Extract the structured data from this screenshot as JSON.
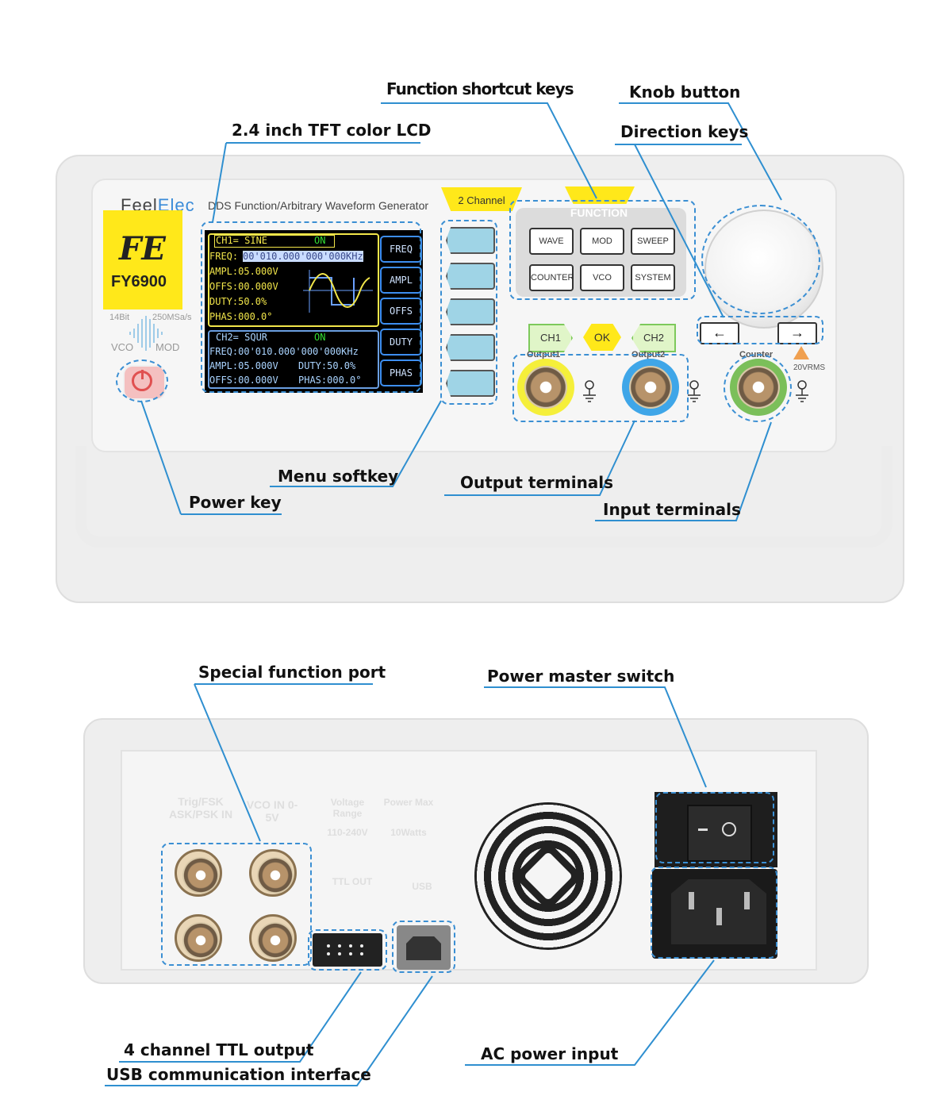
{
  "front": {
    "brand": {
      "feel": "Feel",
      "elec": "Elec"
    },
    "subtitle": "DDS Function/Arbitrary Waveform Generator",
    "logo_letters": "FE",
    "model": "FY6900",
    "spec_left": "14Bit",
    "spec_right": "250MSa/s",
    "mode_left": "VCO",
    "mode_right": "MOD",
    "channel_tag": "2 Channel",
    "lcd": {
      "ch1_title": "CH1= SINE",
      "ch1_state": "ON",
      "freq1_label": "FREQ:",
      "freq1_value": "00'010.000'000'000KHz",
      "ampl1": "AMPL:05.000V",
      "offs1": "OFFS:00.000V",
      "duty1": "DUTY:50.0%",
      "phas1": "PHAS:000.0°",
      "ch2_title": "CH2= SQUR",
      "ch2_state": "ON",
      "freq2": "FREQ:00'010.000'000'000KHz",
      "ampl2": "AMPL:05.000V",
      "duty2": "DUTY:50.0%",
      "offs2": "OFFS:00.000V",
      "phas2": "PHAS:000.0°",
      "softkeys": [
        "FREQ",
        "AMPL",
        "OFFS",
        "DUTY",
        "PHAS"
      ]
    },
    "function_title": "FUNCTION",
    "function_keys": [
      "WAVE",
      "MOD",
      "SWEEP",
      "COUNTER",
      "VCO",
      "SYSTEM"
    ],
    "ch1_key": "CH1",
    "ok_key": "OK",
    "ch2_key": "CH2",
    "left_arrow": "←",
    "right_arrow": "→",
    "output1_label": "Output1",
    "output2_label": "Output2",
    "counter_label": "Counter",
    "warning_label": "20VRMS"
  },
  "rear": {
    "trig_label": "Trig/FSK ASK/PSK IN",
    "vco_label": "VCO IN 0-5V",
    "voltage_label": "Voltage Range",
    "voltage_value": "110-240V",
    "power_label": "Power Max",
    "power_value": "10Watts",
    "ttl_label": "TTL OUT",
    "usb_label": "USB"
  },
  "callouts": {
    "function_shortcut_keys": "Function shortcut keys",
    "knob_button": "Knob button",
    "lcd": "2.4 inch TFT color LCD",
    "direction_keys": "Direction keys",
    "menu_softkey": "Menu softkey",
    "output_terminals": "Output terminals",
    "power_key": "Power key",
    "input_terminals": "Input terminals",
    "special_function_port": "Special function port",
    "power_master_switch": "Power master switch",
    "ttl_output": "4 channel TTL output",
    "usb_interface": "USB communication interface",
    "ac_power_input": "AC power input"
  },
  "colors": {
    "accent_blue": "#2f8fd0",
    "badge_yellow": "#ffe81a",
    "lcd_yellow": "#f2e64a",
    "lcd_blue": "#aad4ff",
    "power_red": "#e05050"
  }
}
